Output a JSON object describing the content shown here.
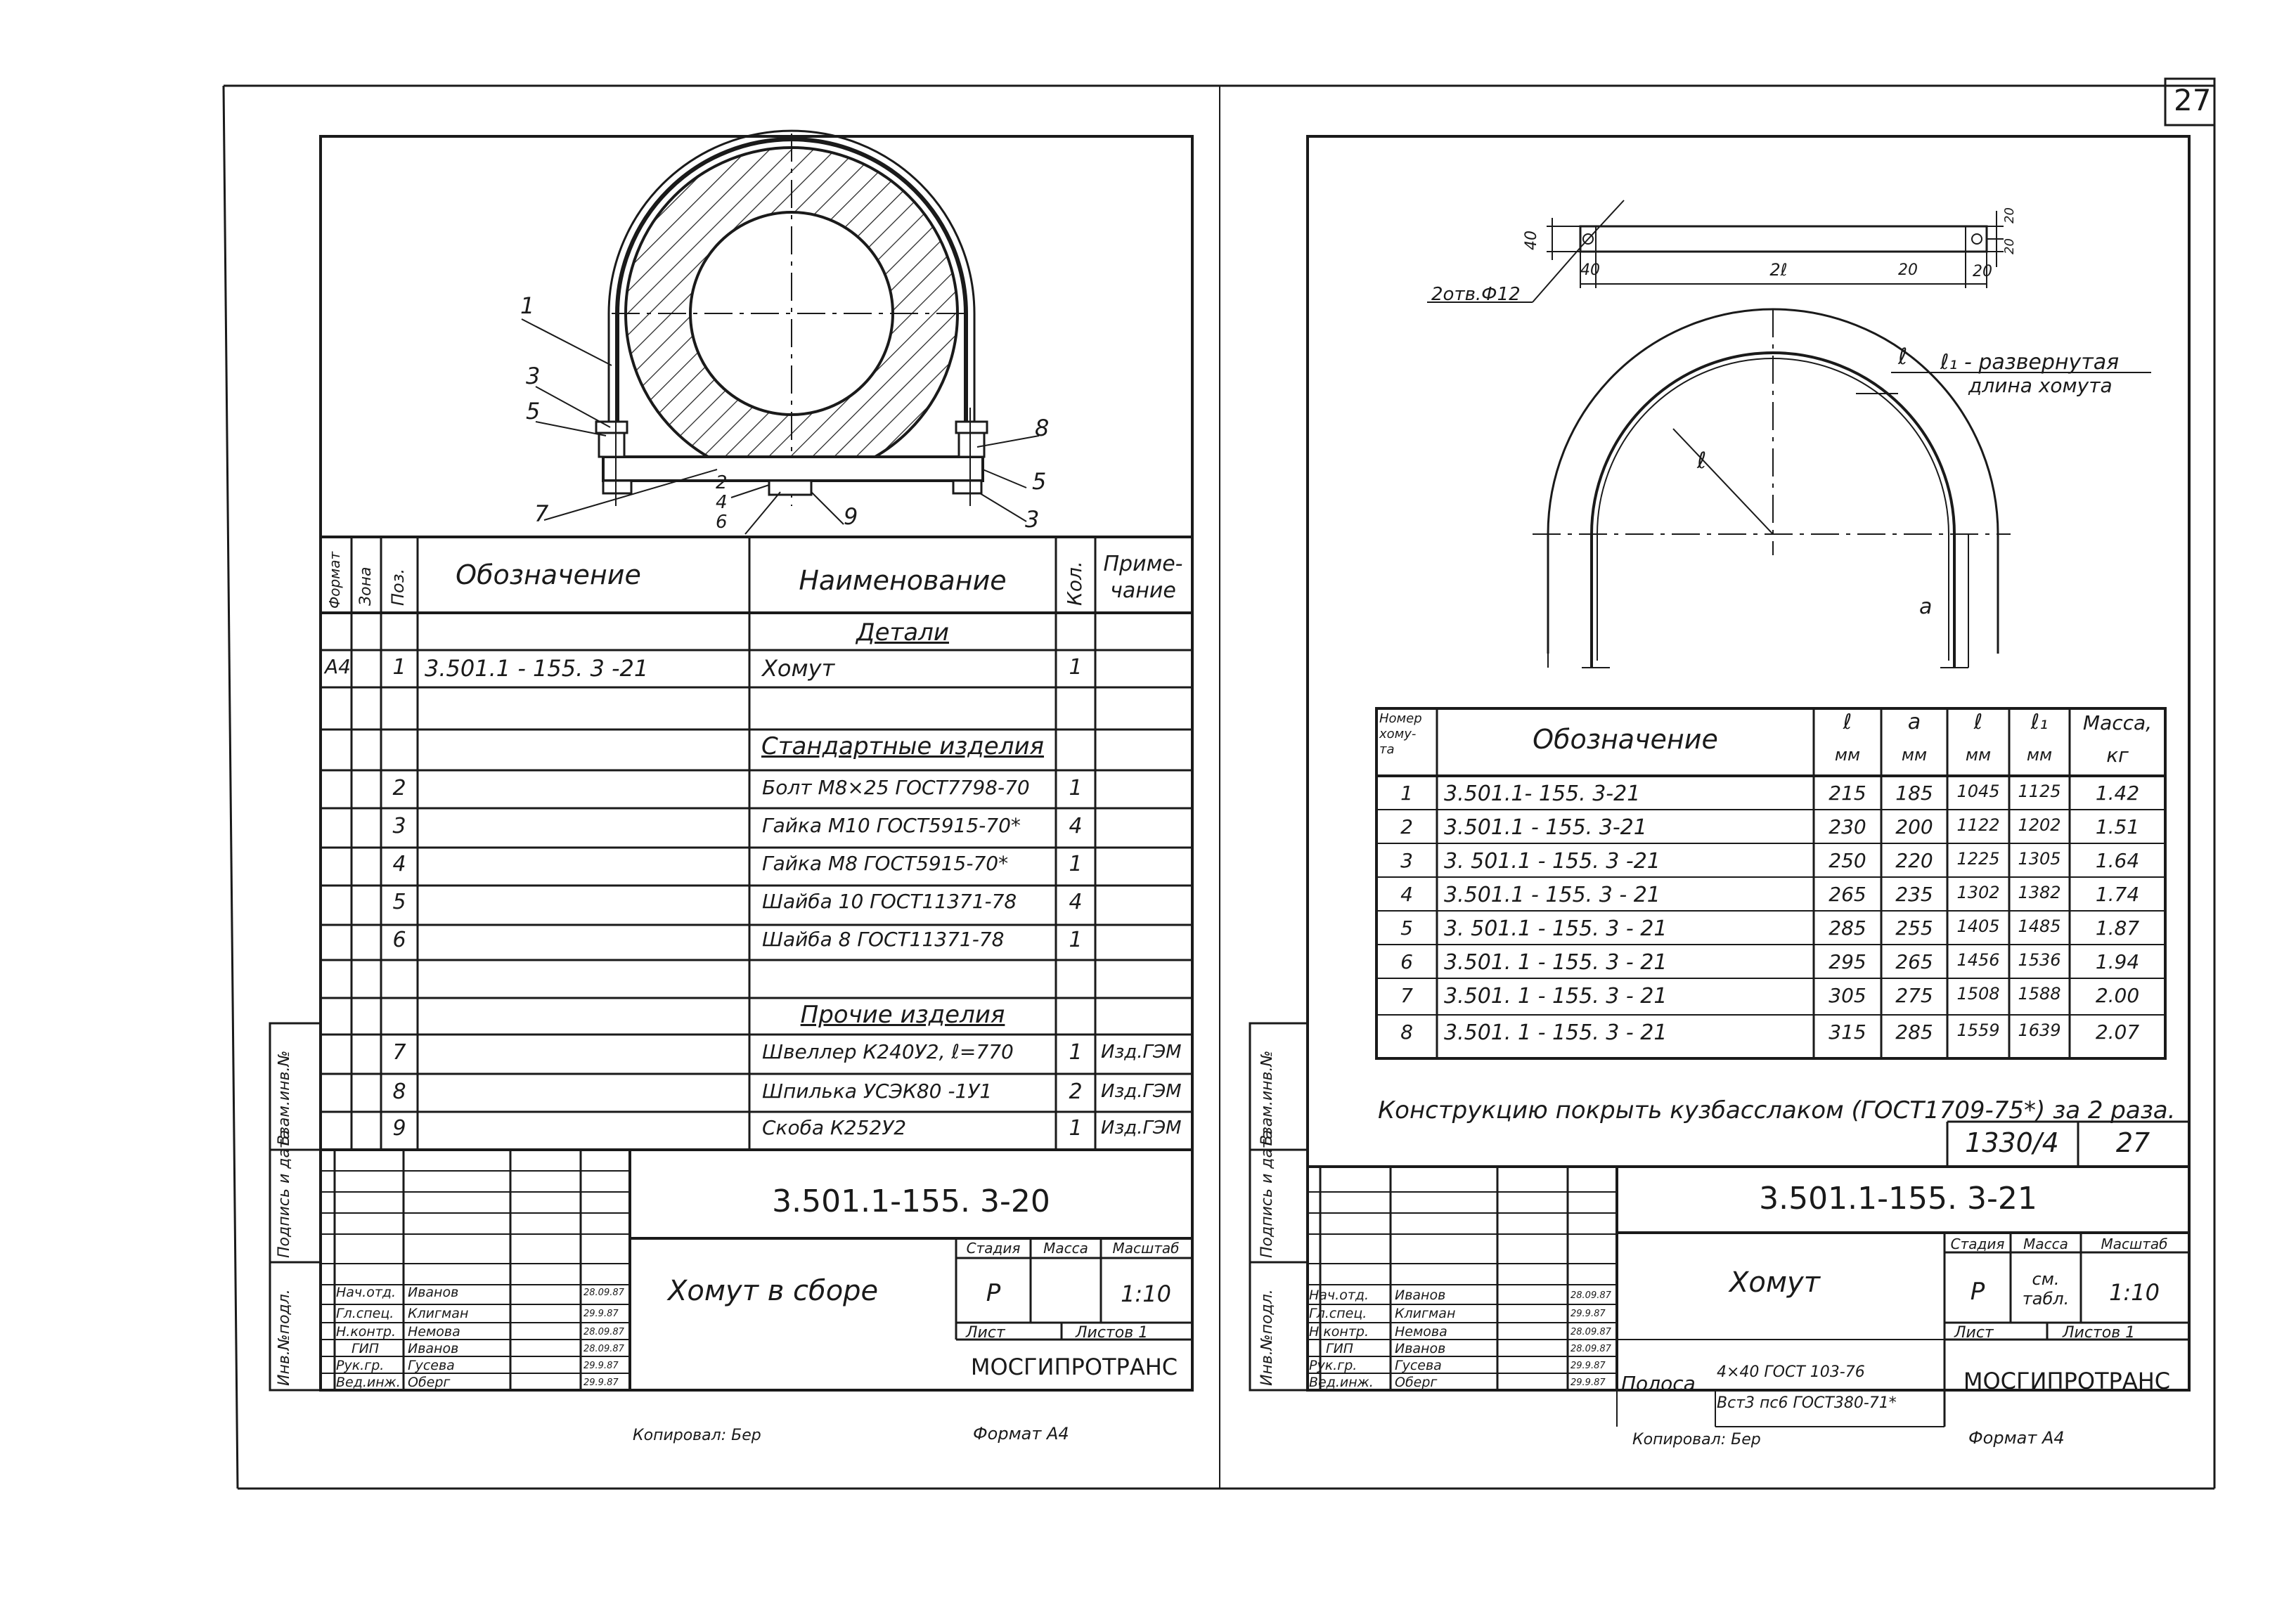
{
  "page_number": "27",
  "left": {
    "callouts": [
      "1",
      "3",
      "5",
      "7",
      "2",
      "4",
      "6",
      "9",
      "8",
      "5",
      "3"
    ],
    "spec_headers": {
      "format": "Формат",
      "zone": "Зона",
      "pos": "Поз.",
      "designation": "Обозначение",
      "name": "Наименование",
      "qty": "Кол.",
      "note": "Приме- чание"
    },
    "sections": {
      "details": "Детали",
      "standard": "Стандартные изделия",
      "other": "Прочие изделия"
    },
    "rows": [
      {
        "format": "A4",
        "pos": "1",
        "designation": "3.501.1 - 155. 3 -21",
        "name": "Хомут",
        "qty": "1",
        "note": ""
      },
      {
        "format": "",
        "pos": "2",
        "designation": "",
        "name": "Болт  М8×25 ГОСТ7798-70",
        "qty": "1",
        "note": ""
      },
      {
        "format": "",
        "pos": "3",
        "designation": "",
        "name": "Гайка  М10 ГОСТ5915-70*",
        "qty": "4",
        "note": ""
      },
      {
        "format": "",
        "pos": "4",
        "designation": "",
        "name": "Гайка  М8 ГОСТ5915-70*",
        "qty": "1",
        "note": ""
      },
      {
        "format": "",
        "pos": "5",
        "designation": "",
        "name": "Шайба 10 ГОСТ11371-78",
        "qty": "4",
        "note": ""
      },
      {
        "format": "",
        "pos": "6",
        "designation": "",
        "name": "Шайба 8  ГОСТ11371-78",
        "qty": "1",
        "note": ""
      },
      {
        "format": "",
        "pos": "7",
        "designation": "",
        "name": "Швеллер  К240У2, ℓ=770",
        "qty": "1",
        "note": "Изд.ГЭМ"
      },
      {
        "format": "",
        "pos": "8",
        "designation": "",
        "name": "Шпилька  УСЭК80 -1У1",
        "qty": "2",
        "note": "Изд.ГЭМ"
      },
      {
        "format": "",
        "pos": "9",
        "designation": "",
        "name": "Скоба   К252У2",
        "qty": "1",
        "note": "Изд.ГЭМ"
      }
    ],
    "side_labels": [
      "Взам.инв.№",
      "Подпись и дата",
      "Инв.№подл."
    ],
    "title_block": {
      "code": "3.501.1-155. 3-20",
      "name": "Хомут в сборе",
      "stage_h": "Стадия",
      "mass_h": "Масса",
      "scale_h": "Масштаб",
      "stage": "Р",
      "mass": "",
      "scale": "1:10",
      "sheet": "Лист",
      "sheets": "Листов 1",
      "org": "МОСГИПРОТРАНС",
      "people": [
        {
          "role": "Нач.отд.",
          "name": "Иванов",
          "date": "28.09.87"
        },
        {
          "role": "Гл.спец.",
          "name": "Клигман",
          "date": "29.9.87"
        },
        {
          "role": "Н.контр.",
          "name": "Немова",
          "date": "28.09.87"
        },
        {
          "role": "ГИП",
          "name": "Иванов",
          "date": "28.09.87"
        },
        {
          "role": "Рук.гр.",
          "name": "Гусева",
          "date": "29.9.87"
        },
        {
          "role": "Вед.инж.",
          "name": "Оберг",
          "date": "29.9.87"
        }
      ]
    },
    "footer_copied": "Копировал: Бер",
    "footer_format": "Формат А4"
  },
  "right": {
    "strip_dims": {
      "d1": "40",
      "d2": "40",
      "d3": "2ℓ",
      "d4": "20",
      "d5": "20",
      "d6": "20",
      "d7": "20",
      "hole": "2отв.Ф12"
    },
    "arc_labels": {
      "l": "ℓ",
      "l1": "ℓ₁ - развернутая",
      "l1b": "длина хомута",
      "r": "ℓ",
      "a": "а"
    },
    "headers": {
      "num": "Номер хому- та",
      "designation": "Обозначение",
      "r": "ℓ",
      "r_u": "мм",
      "a": "а",
      "a_u": "мм",
      "l": "ℓ",
      "l_u": "мм",
      "l1": "ℓ₁",
      "l1_u": "мм",
      "mass": "Масса,",
      "mass_u": "кг"
    },
    "rows": [
      [
        "1",
        "3.501.1- 155. 3-21",
        "215",
        "185",
        "1045",
        "1125",
        "1.42"
      ],
      [
        "2",
        "3.501.1 - 155. 3-21",
        "230",
        "200",
        "1122",
        "1202",
        "1.51"
      ],
      [
        "3",
        "3. 501.1 - 155. 3 -21",
        "250",
        "220",
        "1225",
        "1305",
        "1.64"
      ],
      [
        "4",
        "3.501.1  - 155. 3 - 21",
        "265",
        "235",
        "1302",
        "1382",
        "1.74"
      ],
      [
        "5",
        "3. 501.1  - 155. 3 - 21",
        "285",
        "255",
        "1405",
        "1485",
        "1.87"
      ],
      [
        "6",
        "3.501. 1  - 155. 3 - 21",
        "295",
        "265",
        "1456",
        "1536",
        "1.94"
      ],
      [
        "7",
        "3.501. 1  -  155. 3 - 21",
        "305",
        "275",
        "1508",
        "1588",
        "2.00"
      ],
      [
        "8",
        "3.501. 1  -  155. 3 - 21",
        "315",
        "285",
        "1559",
        "1639",
        "2.07"
      ]
    ],
    "note": "Конструкцию покрыть кузбасслаком (ГОСТ1709-75*) за 2 раза.",
    "sheet_ref": "1330/4",
    "sheet_no": "27",
    "side_labels": [
      "Взам.инв.№",
      "Подпись и дата",
      "Инв.№подл."
    ],
    "title_block": {
      "code": "3.501.1-155. 3-21",
      "name": "Хомут",
      "material_pre": "Полоса",
      "material_top": "4×40   ГОСТ 103-76",
      "material_bot": "Вст3 пс6 ГОСТ380-71*",
      "stage_h": "Стадия",
      "mass_h": "Масса",
      "scale_h": "Масштаб",
      "stage": "Р",
      "mass": "см. табл.",
      "scale": "1:10",
      "sheet": "Лист",
      "sheets": "Листов 1",
      "org": "МОСГИПРОТРАНС",
      "people": [
        {
          "role": "Нач.отд.",
          "name": "Иванов",
          "date": "28.09.87"
        },
        {
          "role": "Гл.спец.",
          "name": "Клигман",
          "date": "29.9.87"
        },
        {
          "role": "Н.контр.",
          "name": "Немова",
          "date": "28.09.87"
        },
        {
          "role": "ГИП",
          "name": "Иванов",
          "date": "28.09.87"
        },
        {
          "role": "Рук.гр.",
          "name": "Гусева",
          "date": "29.9.87"
        },
        {
          "role": "Вед.инж.",
          "name": "Оберг",
          "date": "29.9.87"
        }
      ]
    },
    "footer_copied": "Копировал: Бер",
    "footer_format": "Формат А4"
  }
}
